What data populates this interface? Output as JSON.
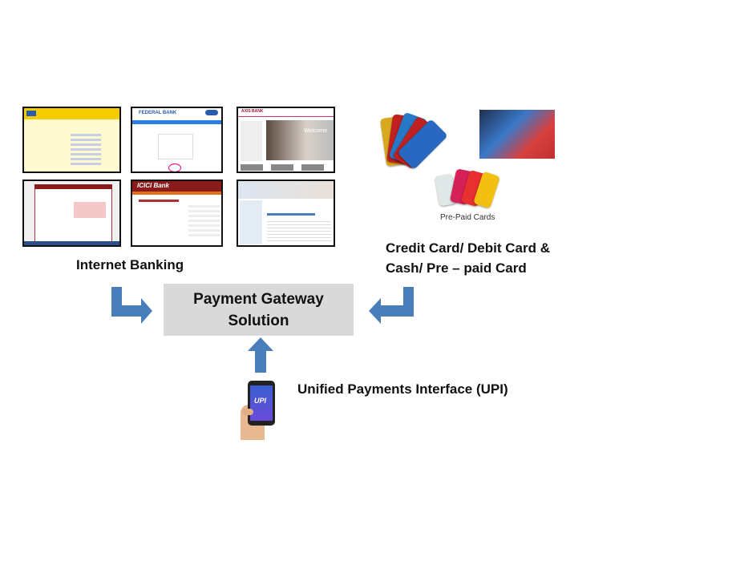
{
  "internet_banking": {
    "label": "Internet Banking",
    "thumbnails": [
      "bank-login-1",
      "federal-bank",
      "axis-bank",
      "bank-login-4",
      "icici-bank",
      "bank-login-6"
    ],
    "thumb_text": {
      "federal": "FEDERAL BANK",
      "icici": "ICICI Bank",
      "axis": "AXIS BANK",
      "welcome": "Welcome"
    }
  },
  "cards": {
    "label_line1": "Credit Card/ Debit Card &",
    "label_line2": "Cash/ Pre – paid Card",
    "prepaid_caption": "Pre-Paid Cards"
  },
  "gateway": {
    "line1": "Payment Gateway",
    "line2": "Solution"
  },
  "upi": {
    "label": "Unified Payments Interface (UPI)",
    "phone_text": "UPI"
  },
  "colors": {
    "arrow": "#4a7ebb",
    "box": "#d9d9d9"
  }
}
